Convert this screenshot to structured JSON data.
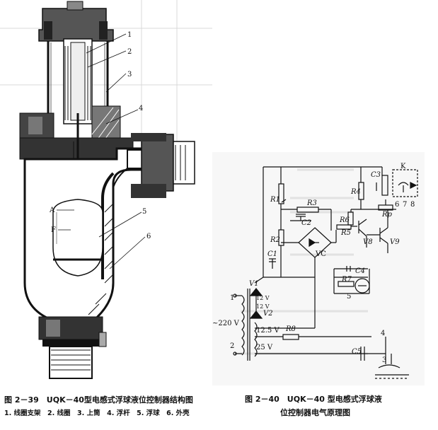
{
  "figure_239": {
    "caption": "图 2－39　UQK－40型电感式浮球液位控制器结构图",
    "legend": "1. 线圈支架　2. 线圈　3. 上筒　4. 浮杆　5. 浮球　6. 外壳",
    "part_labels": [
      "1",
      "2",
      "3",
      "4",
      "5",
      "6",
      "A",
      "F"
    ]
  },
  "figure_240": {
    "caption_line1": "图 2－40　UQK－40 型电感式浮球液",
    "caption_line2": "位控制器电气原理图",
    "component_labels": {
      "r1": "R1",
      "r2": "R2",
      "r3": "R3",
      "r4": "R4",
      "r5": "R5",
      "r6": "R6",
      "r7": "R7",
      "r8": "R8",
      "rp": "Rp",
      "c1": "C1",
      "c2": "C2",
      "c3": "C3",
      "c4": "C4",
      "c5": "C5",
      "v1": "V1",
      "v2": "V2",
      "v8": "V8",
      "v9": "V9",
      "vc": "VC",
      "k": "K"
    },
    "voltage_labels": {
      "mains": "~220 V",
      "tap_12v_a": "12 V",
      "tap_12v_b": "12 V",
      "tap_12_5v": "12.5 V",
      "tap_25v": "25 V"
    },
    "terminal_labels": {
      "t1": "1",
      "t2": "2",
      "t3": "3",
      "t4": "4",
      "t5": "5",
      "t6": "6",
      "t7": "7",
      "t8": "8"
    }
  }
}
